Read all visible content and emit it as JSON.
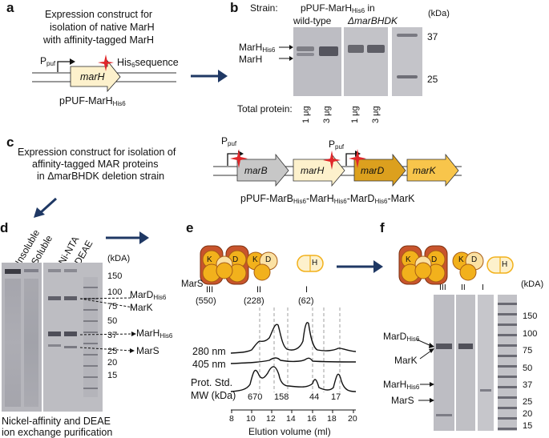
{
  "panels": {
    "a": {
      "letter": "a",
      "caption_lines": [
        "Expression construct for",
        "isolation of native MarH",
        "with affinity-tagged MarH"
      ],
      "promoter": "P",
      "promoter_sub": "puf",
      "tag_label": "His",
      "tag_sub": "6",
      "tag_suffix": "sequence",
      "gene": "marH",
      "plasmid": "pPUF-MarH",
      "plasmid_sub": "His6"
    },
    "b": {
      "letter": "b",
      "strain_label": "Strain:",
      "strain1_line1": "pPUF-MarH",
      "strain1_sub": "His6",
      "strain1_suffix": " in",
      "strain1_line2": "wild-type",
      "strain2": "ΔmarBHDK",
      "band1": "MarH",
      "band1_sub": "His6",
      "band2": "MarH",
      "kda": "(kDa)",
      "markers": [
        "37",
        "25"
      ],
      "total_protein": "Total protein:",
      "loads": [
        "1 μg",
        "3 μg",
        "1 μg",
        "3 μg"
      ]
    },
    "c": {
      "letter": "c",
      "caption_lines": [
        "Expression construct for isolation of",
        "affinity-tagged MAR proteins",
        "in ΔmarBHDK deletion strain"
      ],
      "promoter": "P",
      "promoter_sub": "puf",
      "genes": [
        "marB",
        "marH",
        "marD",
        "marK"
      ],
      "plasmid_parts": [
        "pPUF-MarB",
        "His6",
        "-MarH",
        "His6",
        "-MarD",
        "His6",
        "-MarK"
      ]
    },
    "d": {
      "letter": "d",
      "lanes": [
        "Insoluble",
        "Soluble",
        "Ni-NTA",
        "DEAE"
      ],
      "kda": "(kDA)",
      "markers": [
        "150",
        "100",
        "75",
        "50",
        "37",
        "25",
        "20",
        "15"
      ],
      "bands": [
        "MarD",
        "His6",
        "MarK",
        "MarH",
        "His6",
        "MarS"
      ],
      "caption_lines": [
        "Nickel-affinity and DEAE",
        "ion exchange purification"
      ]
    },
    "e": {
      "letter": "e",
      "complex_label": "MarS",
      "complexes": [
        {
          "roman": "III",
          "mw": "(550)"
        },
        {
          "roman": "II",
          "mw": "(228)"
        },
        {
          "roman": "I",
          "mw": "(62)"
        }
      ],
      "subunit_letters": [
        "K",
        "D",
        "H"
      ],
      "traces": [
        "280 nm",
        "405 nm"
      ],
      "std_label_line1": "Prot. Std.",
      "std_label_line2": "MW (kDa)",
      "std_values": [
        "670",
        "158",
        "44",
        "17"
      ],
      "xaxis_ticks": [
        "8",
        "10",
        "12",
        "14",
        "16",
        "18",
        "20"
      ],
      "xlabel": "Elution volume (ml)"
    },
    "f": {
      "letter": "f",
      "lanes": [
        "III",
        "II",
        "I"
      ],
      "kda": "(kDA)",
      "markers": [
        "150",
        "100",
        "75",
        "50",
        "37",
        "25",
        "20",
        "15"
      ],
      "bands": [
        "MarD",
        "His6",
        "MarK",
        "MarH",
        "His6",
        "MarS"
      ],
      "subunit_letters": [
        "K",
        "D",
        "H"
      ]
    }
  },
  "colors": {
    "arrow_navy": "#1f3864",
    "gel_bg": "#b9b9bf",
    "marker_gold": "#f2b11c",
    "marker_dark": "#a85d16",
    "marker_rust": "#c8542c",
    "marker_light": "#fbe1a3",
    "star_red": "#e0272a"
  }
}
